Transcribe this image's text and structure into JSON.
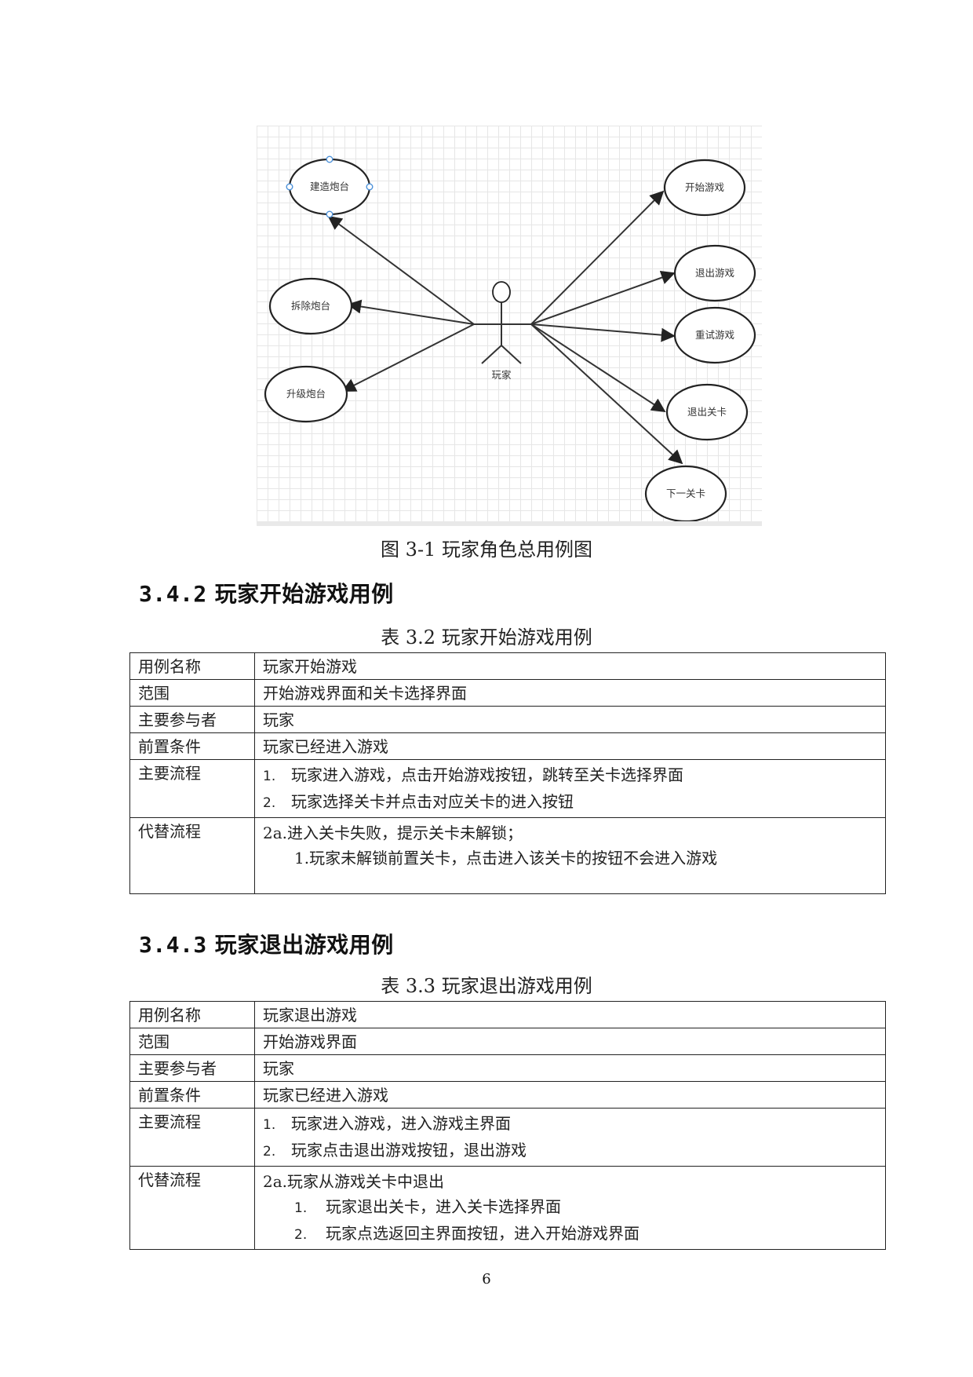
{
  "figure": {
    "caption": "图 3-1 玩家角色总用例图",
    "actor_label": "玩家",
    "use_cases": [
      "建造炮台",
      "拆除炮台",
      "升级炮台",
      "开始游戏",
      "退出游戏",
      "重试游戏",
      "退出关卡",
      "下一关卡"
    ]
  },
  "section1": {
    "number": "3.4.2",
    "title": "玩家开始游戏用例",
    "table_caption": "表 3.2 玩家开始游戏用例",
    "rows": [
      {
        "key": "用例名称",
        "value": "玩家开始游戏"
      },
      {
        "key": "范围",
        "value": "开始游戏界面和关卡选择界面"
      },
      {
        "key": "主要参与者",
        "value": "玩家"
      },
      {
        "key": "前置条件",
        "value": "玩家已经进入游戏"
      }
    ],
    "main_flow_key": "主要流程",
    "main_flow": [
      {
        "n": "1.",
        "text": "玩家进入游戏，点击开始游戏按钮，跳转至关卡选择界面"
      },
      {
        "n": "2.",
        "text": "玩家选择关卡并点击对应关卡的进入按钮"
      }
    ],
    "alt_flow_key": "代替流程",
    "alt_head": "2a.进入关卡失败，提示关卡未解锁；",
    "alt_sub": "1.玩家未解锁前置关卡，点击进入该关卡的按钮不会进入游戏"
  },
  "section2": {
    "number": "3.4.3",
    "title": "玩家退出游戏用例",
    "table_caption": "表 3.3 玩家退出游戏用例",
    "rows": [
      {
        "key": "用例名称",
        "value": "玩家退出游戏"
      },
      {
        "key": "范围",
        "value": "开始游戏界面"
      },
      {
        "key": "主要参与者",
        "value": "玩家"
      },
      {
        "key": "前置条件",
        "value": "玩家已经进入游戏"
      }
    ],
    "main_flow_key": "主要流程",
    "main_flow": [
      {
        "n": "1.",
        "text": "玩家进入游戏，进入游戏主界面"
      },
      {
        "n": "2.",
        "text": "玩家点击退出游戏按钮，退出游戏"
      }
    ],
    "alt_flow_key": "代替流程",
    "alt_head": "2a.玩家从游戏关卡中退出",
    "alt_steps": [
      {
        "n": "1.",
        "text": "玩家退出关卡，进入关卡选择界面"
      },
      {
        "n": "2.",
        "text": "玩家点选返回主界面按钮，进入开始游戏界面"
      }
    ]
  },
  "page_number": "6"
}
